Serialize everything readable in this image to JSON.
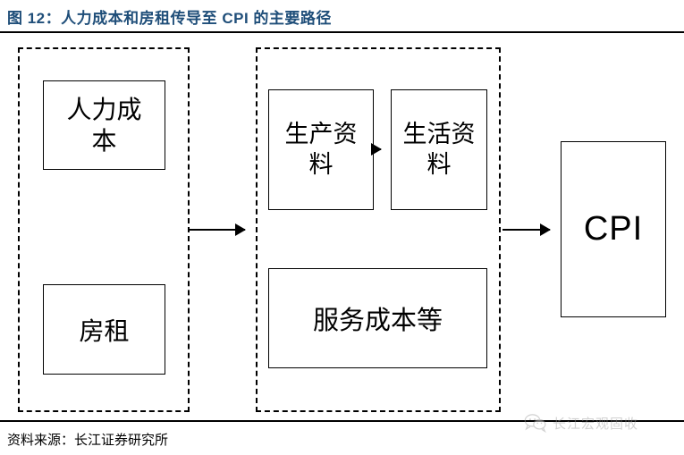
{
  "title": "图 12：人力成本和房租传导至 CPI 的主要路径",
  "colors": {
    "title": "#1f4e79",
    "line": "#000000",
    "box_border": "#000000",
    "background": "#ffffff",
    "watermark": "#9a9a9a"
  },
  "diagram": {
    "type": "flow-diagram",
    "groups": [
      {
        "name": "inputs",
        "style": "dashed",
        "node_ids": [
          "labor-cost",
          "rent"
        ]
      },
      {
        "name": "channels",
        "style": "dashed",
        "node_ids": [
          "production-materials",
          "living-materials",
          "service-cost"
        ]
      }
    ],
    "nodes": [
      {
        "id": "labor-cost",
        "label": "人力成本"
      },
      {
        "id": "rent",
        "label": "房租"
      },
      {
        "id": "production-materials",
        "label": "生产资料"
      },
      {
        "id": "living-materials",
        "label": "生活资料"
      },
      {
        "id": "service-cost",
        "label": "服务成本等"
      },
      {
        "id": "cpi",
        "label": "CPI"
      }
    ],
    "edges": [
      {
        "from": "inputs",
        "to": "channels",
        "arrow": "→"
      },
      {
        "from": "production-materials",
        "to": "living-materials",
        "arrow": "→"
      },
      {
        "from": "channels",
        "to": "cpi",
        "arrow": "→"
      }
    ]
  },
  "footer": {
    "source": "资料来源：长江证券研究所"
  },
  "watermark": {
    "text": "长江宏观固收",
    "logo": "wechat-icon"
  }
}
